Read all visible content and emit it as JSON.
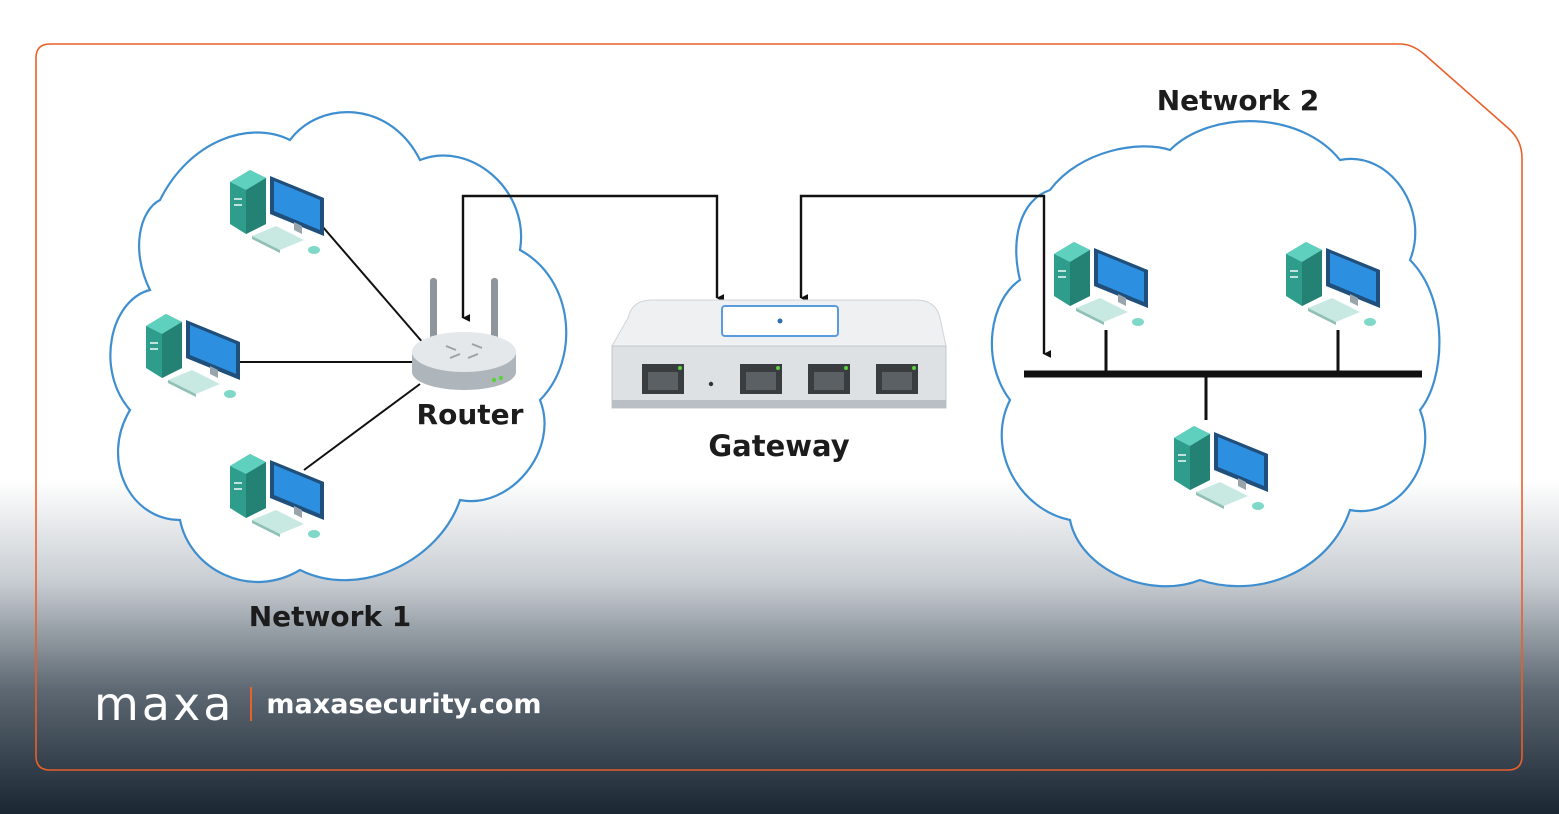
{
  "labels": {
    "router": "Router",
    "gateway": "Gateway",
    "network1": "Network 1",
    "network2": "Network 2"
  },
  "brand": {
    "logo": "maxa",
    "website": "maxasecurity.com"
  },
  "colors": {
    "frame": "#e8602a",
    "cloud": "#3f8fd0",
    "computer": "#3fb3a0",
    "monitor": "#2d7fcf"
  }
}
